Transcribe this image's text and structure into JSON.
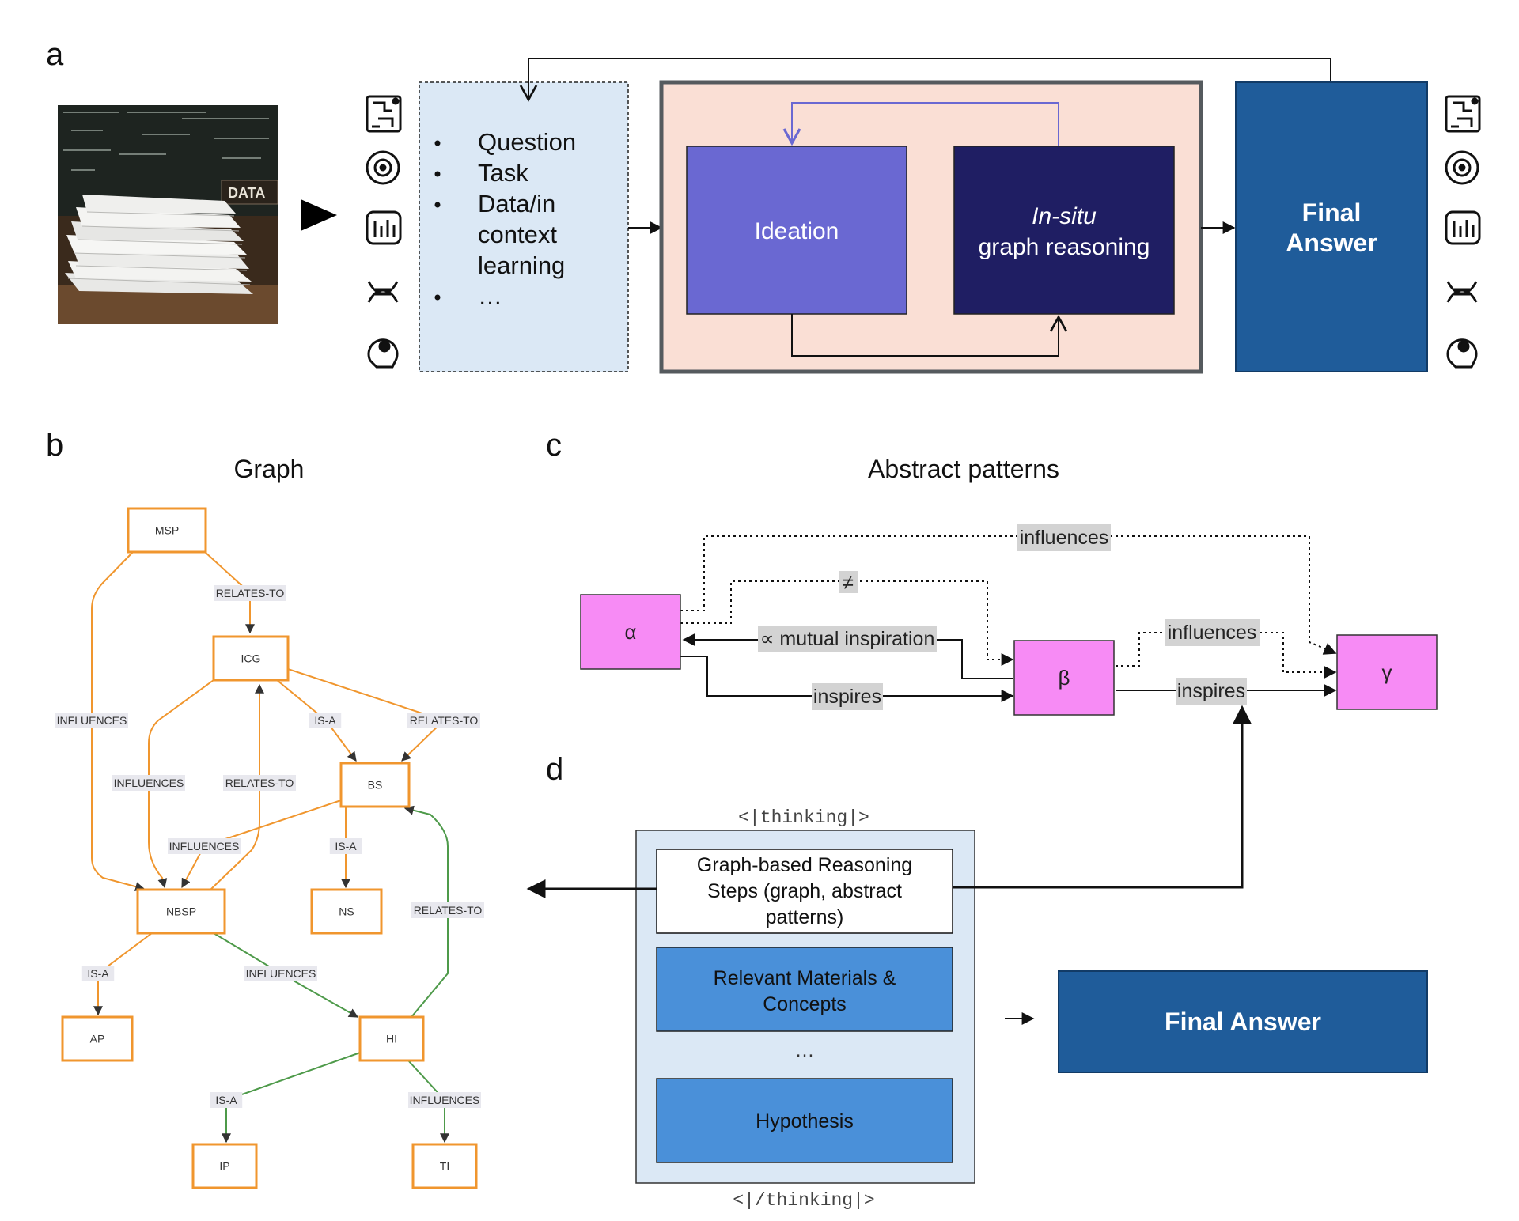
{
  "panel_a": {
    "letter": "a",
    "input_image_text": "DATA",
    "bullets": [
      "Question",
      "Task",
      "Data/in context learning",
      "…"
    ],
    "bullet_lines": [
      [
        "Question"
      ],
      [
        "Task"
      ],
      [
        "Data/in",
        "context",
        "learning"
      ],
      [
        "…"
      ]
    ],
    "ideation_label": "Ideation",
    "reasoning_label_italic": "In-situ",
    "reasoning_label": "graph reasoning",
    "final_answer_lines": [
      "Final",
      "Answer"
    ],
    "icons": [
      "brain-circuit-icon",
      "atom-icon",
      "equalizer-icon",
      "dna-icon",
      "head-gear-icon"
    ],
    "colors": {
      "input_box": "#dbe8f5",
      "reasoning_frame": "#fadfd5",
      "ideation": "#6a68d2",
      "graph_reasoning": "#1f1e63",
      "final": "#1f5c9a"
    }
  },
  "panel_b": {
    "letter": "b",
    "title": "Graph",
    "nodes": [
      "MSP",
      "ICG",
      "BS",
      "NBSP",
      "NS",
      "AP",
      "HI",
      "IP",
      "TI"
    ],
    "edges": [
      {
        "from": "MSP",
        "to": "ICG",
        "label": "RELATES-TO",
        "color": "orange"
      },
      {
        "from": "MSP",
        "to": "NBSP",
        "label": "INFLUENCES",
        "color": "orange"
      },
      {
        "from": "ICG",
        "to": "BS",
        "label": "IS-A",
        "color": "orange"
      },
      {
        "from": "ICG",
        "to": "BS",
        "label": "RELATES-TO",
        "color": "orange"
      },
      {
        "from": "ICG",
        "to": "NBSP",
        "label": "INFLUENCES",
        "color": "orange"
      },
      {
        "from": "NBSP",
        "to": "ICG",
        "label": "RELATES-TO",
        "color": "orange"
      },
      {
        "from": "BS",
        "to": "NBSP",
        "label": "INFLUENCES",
        "color": "orange"
      },
      {
        "from": "BS",
        "to": "NS",
        "label": "IS-A",
        "color": "orange"
      },
      {
        "from": "NBSP",
        "to": "AP",
        "label": "IS-A",
        "color": "orange"
      },
      {
        "from": "NBSP",
        "to": "HI",
        "label": "INFLUENCES",
        "color": "green"
      },
      {
        "from": "HI",
        "to": "BS",
        "label": "RELATES-TO",
        "color": "green"
      },
      {
        "from": "HI",
        "to": "IP",
        "label": "IS-A",
        "color": "green"
      },
      {
        "from": "HI",
        "to": "TI",
        "label": "INFLUENCES",
        "color": "green"
      }
    ],
    "colors": {
      "node_border": "#f0962e",
      "orange_edge": "#f0962e",
      "green_edge": "#4e9a4a"
    }
  },
  "panel_c": {
    "letter": "c",
    "title": "Abstract patterns",
    "nodes": [
      "α",
      "β",
      "γ"
    ],
    "edge_labels": {
      "alpha_gamma": "influences",
      "alpha_beta_neq": "≠",
      "mutual": "∝ mutual inspiration",
      "alpha_beta_inspires": "inspires",
      "beta_gamma_influences": "influences",
      "beta_gamma_inspires": "inspires"
    },
    "colors": {
      "node_fill": "#f78bf5"
    }
  },
  "panel_d": {
    "letter": "d",
    "open_tag": "<|thinking|>",
    "close_tag": "<|/thinking|>",
    "step1_lines": [
      "Graph-based Reasoning",
      "Steps (graph, abstract",
      "patterns)"
    ],
    "step2_lines": [
      "Relevant Materials &",
      "Concepts"
    ],
    "ellipsis": "…",
    "step3": "Hypothesis",
    "final_answer": "Final Answer",
    "colors": {
      "container": "#dbe8f5",
      "step_fill": "#4a90d9",
      "final": "#1f5c9a"
    }
  }
}
